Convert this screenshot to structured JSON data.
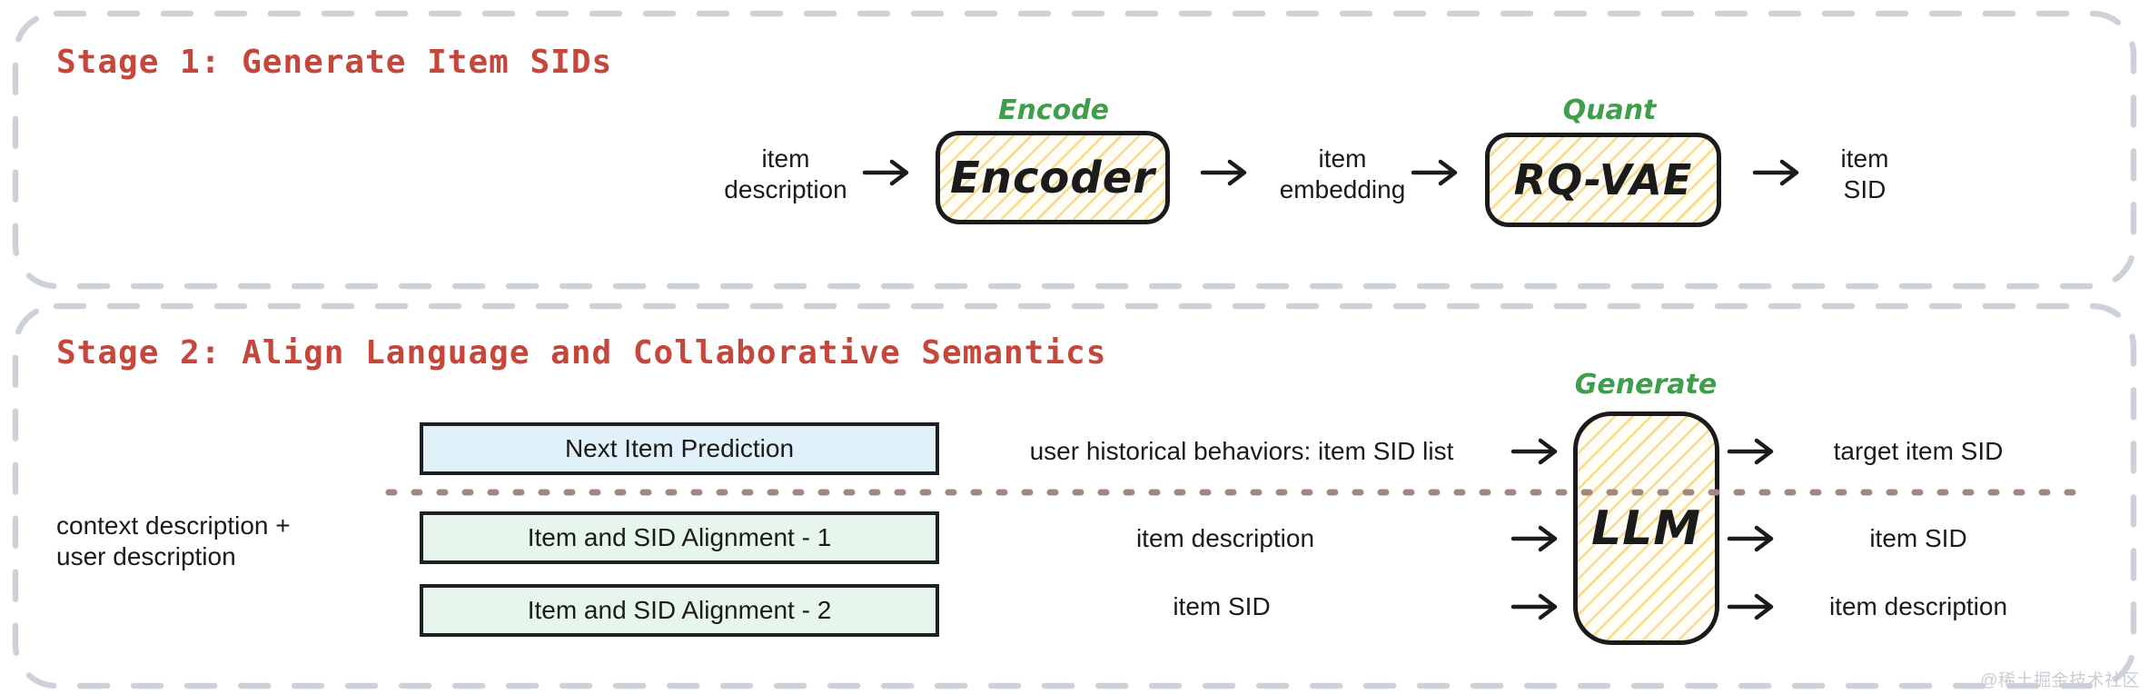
{
  "colors": {
    "title_red": "#c5473b",
    "hand_green": "#3f9e4b",
    "ink": "#1b1b1b",
    "task_blue": "#e1f1f9",
    "task_green": "#e7f6ec",
    "dot_brown": "#a1887f",
    "dash_gray": "#cdd2d9",
    "hatch_yellow": "#f5dc8e",
    "hatch_bg": "#fffdf6",
    "watermark_gray": "#c9cdd4"
  },
  "stage1": {
    "title": "Stage 1: Generate Item SIDs",
    "input": {
      "line1": "item",
      "line2": "description"
    },
    "encode_label": "Encode",
    "encoder_name": "Encoder",
    "embedding": {
      "line1": "item",
      "line2": "embedding"
    },
    "quant_label": "Quant",
    "rqvae_name": "RQ-VAE",
    "output": {
      "line1": "item",
      "line2": "SID"
    }
  },
  "stage2": {
    "title": "Stage 2: Align Language and Collaborative Semantics",
    "context": {
      "line1": "context description +",
      "line2": "user description"
    },
    "generate_label": "Generate",
    "llm_name": "LLM",
    "tasks": [
      {
        "label": "Next Item Prediction",
        "input": "user historical behaviors: item SID list",
        "output": "target item SID"
      },
      {
        "label": "Item and SID Alignment - 1",
        "input": "item description",
        "output": "item SID"
      },
      {
        "label": "Item and SID Alignment - 2",
        "input": "item SID",
        "output": "item description"
      }
    ]
  },
  "watermark": "@稀土掘金技术社区"
}
